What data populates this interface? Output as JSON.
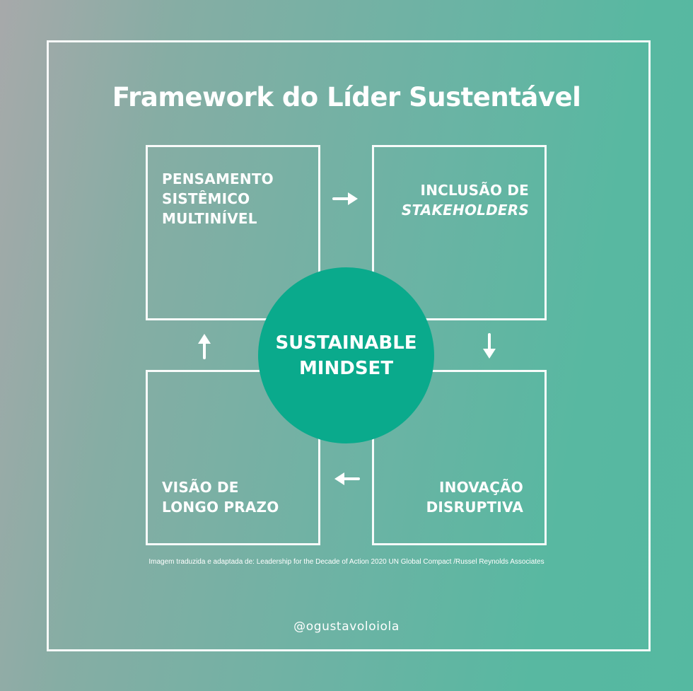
{
  "title": "Framework do Líder Sustentável",
  "center": {
    "line1": "SUSTAINABLE",
    "line2": "MINDSET"
  },
  "boxes": {
    "top_left": {
      "lines": [
        "PENSAMENTO",
        "SISTÊMICO",
        "MULTINÍVEL"
      ]
    },
    "top_right": {
      "line1": "INCLUSÃO DE",
      "line2": "STAKEHOLDERS"
    },
    "bottom_right": {
      "line1": "INOVAÇÃO",
      "line2": "DISRUPTIVA"
    },
    "bottom_left": {
      "line1": "VISÃO DE",
      "line2": "LONGO PRAZO"
    }
  },
  "arrows": [
    "arrow-right-icon",
    "arrow-down-icon",
    "arrow-left-icon",
    "arrow-up-icon"
  ],
  "caption": "Imagem traduzida e adaptada de: Leadership for the Decade of Action 2020 UN Global Compact /Russel Reynolds Associates",
  "handle": "@ogustavoloiola",
  "colors": {
    "circle": "#0aaa8c",
    "text": "#ffffff",
    "background_start": "#a7a9aa",
    "background_end": "#55b9a1"
  }
}
